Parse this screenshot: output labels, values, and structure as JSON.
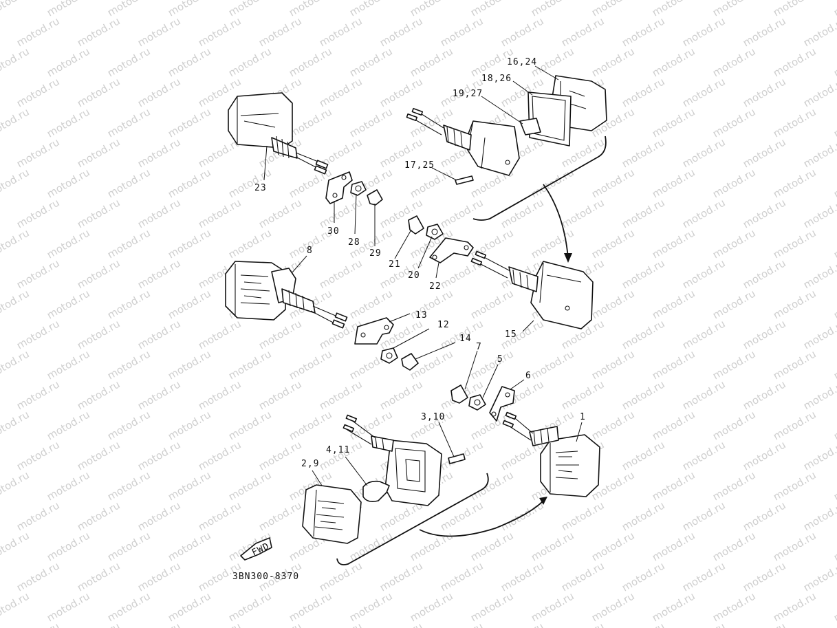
{
  "watermark": "motod.ru",
  "code": "3BN300-8370",
  "fwd": "FWD",
  "labels": [
    {
      "id": "l23",
      "text": "23"
    },
    {
      "id": "l30",
      "text": "30"
    },
    {
      "id": "l28",
      "text": "28"
    },
    {
      "id": "l29",
      "text": "29"
    },
    {
      "id": "l16_24",
      "text": "16,24"
    },
    {
      "id": "l18_26",
      "text": "18,26"
    },
    {
      "id": "l19_27",
      "text": "19,27"
    },
    {
      "id": "l17_25",
      "text": "17,25"
    },
    {
      "id": "l21",
      "text": "21"
    },
    {
      "id": "l20",
      "text": "20"
    },
    {
      "id": "l22",
      "text": "22"
    },
    {
      "id": "l8",
      "text": "8"
    },
    {
      "id": "l13",
      "text": "13"
    },
    {
      "id": "l12",
      "text": "12"
    },
    {
      "id": "l14",
      "text": "14"
    },
    {
      "id": "l15",
      "text": "15"
    },
    {
      "id": "l7",
      "text": "7"
    },
    {
      "id": "l5",
      "text": "5"
    },
    {
      "id": "l6",
      "text": "6"
    },
    {
      "id": "l1",
      "text": "1"
    },
    {
      "id": "l3_10",
      "text": "3,10"
    },
    {
      "id": "l4_11",
      "text": "4,11"
    },
    {
      "id": "l2_9",
      "text": "2,9"
    }
  ]
}
